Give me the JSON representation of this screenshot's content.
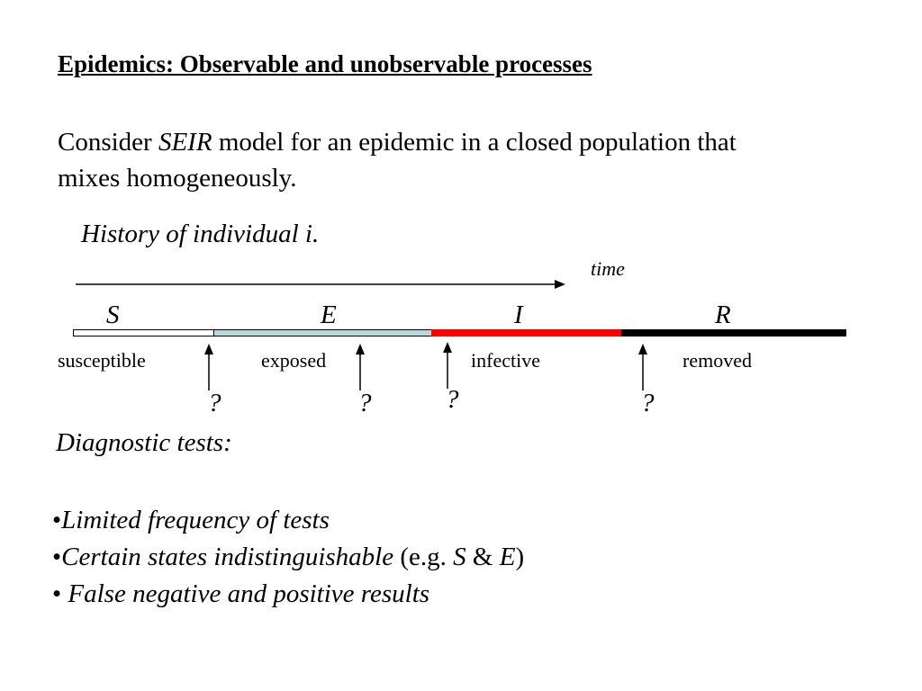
{
  "slide": {
    "title": "Epidemics: Observable and unobservable processes",
    "intro_prefix": "Consider ",
    "intro_model": "SEIR",
    "intro_suffix_line1": " model for an epidemic in a closed population that",
    "intro_line2": "mixes homogeneously.",
    "history_label": "History of individual i.",
    "time_label": "time"
  },
  "timeline": {
    "states": [
      {
        "letter": "S",
        "label": "susceptible",
        "color": "#ffffff"
      },
      {
        "letter": "E",
        "label": "exposed",
        "color": "#b5dcdc"
      },
      {
        "letter": "I",
        "label": "infective",
        "color": "#ff0000"
      },
      {
        "letter": "R",
        "label": "removed",
        "color": "#000000"
      }
    ],
    "question_marks": [
      "?",
      "?",
      "?",
      "?"
    ]
  },
  "diagnostics": {
    "heading": "Diagnostic tests:",
    "bullet1": "Limited frequency of  tests",
    "bullet2_italic": "Certain states indistinguishable",
    "bullet2_open": " (e.g. ",
    "bullet2_s": "S",
    "bullet2_amp": " & ",
    "bullet2_e": "E",
    "bullet2_close": ")",
    "bullet3": "False negative and positive results",
    "bullet_char": "•"
  }
}
